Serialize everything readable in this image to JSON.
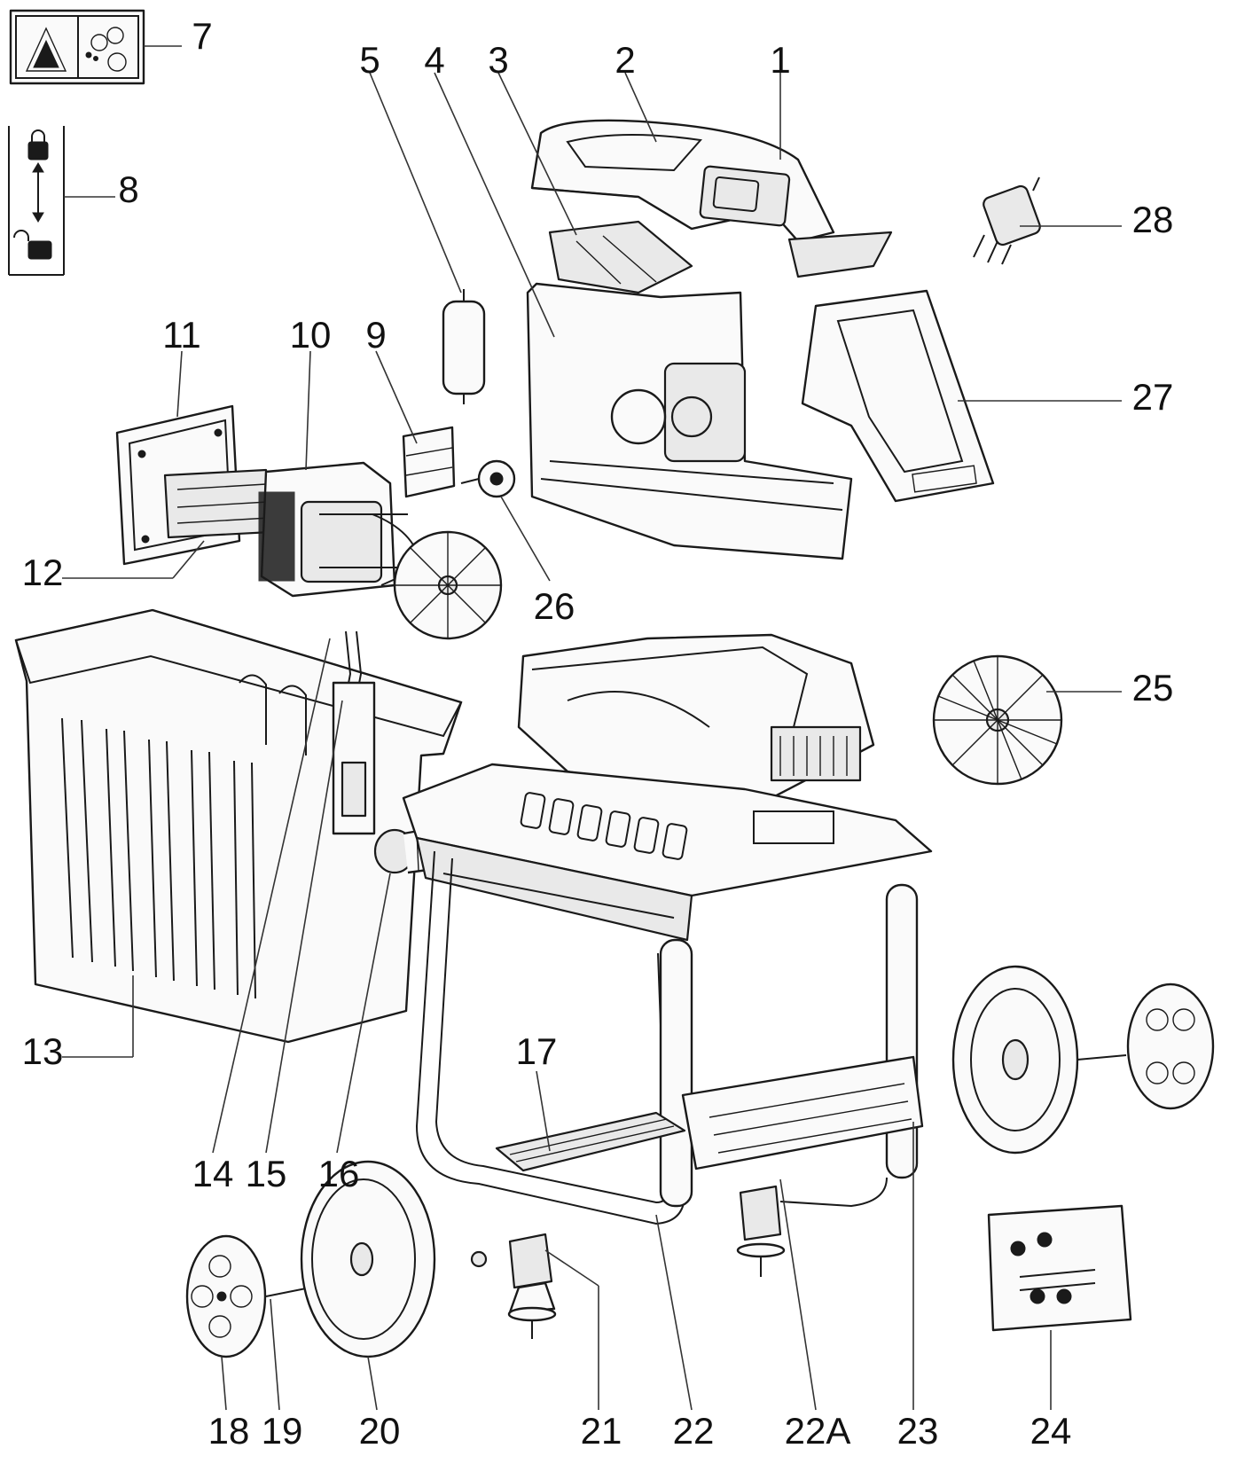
{
  "diagram": {
    "part_labels": [
      "1",
      "2",
      "3",
      "4",
      "5",
      "7",
      "8",
      "9",
      "10",
      "11",
      "12",
      "13",
      "14",
      "15",
      "16",
      "17",
      "18",
      "19",
      "20",
      "21",
      "22",
      "22A",
      "23",
      "24",
      "25",
      "26",
      "27",
      "28"
    ]
  }
}
